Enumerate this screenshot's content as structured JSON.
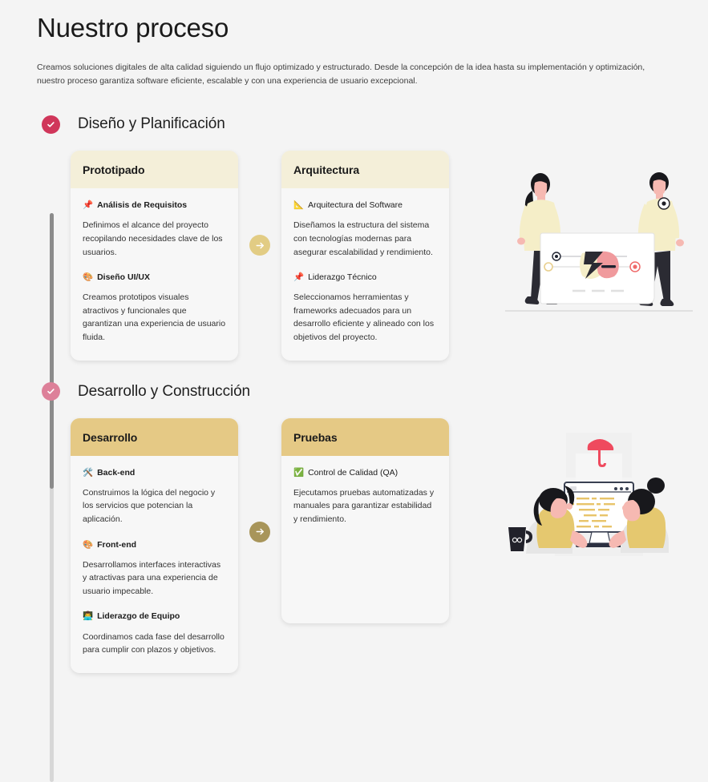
{
  "page": {
    "title": "Nuestro proceso",
    "intro": "Creamos soluciones digitales de alta calidad siguiendo un flujo optimizado y estructurado. Desde la concepción de la idea hasta su implementación y optimización, nuestro proceso garantiza software eficiente, escalable y con una experiencia de usuario excepcional."
  },
  "colors": {
    "background": "#f4f4f4",
    "marker_active": "#d0365a",
    "marker_muted": "#dd8099",
    "rail": "#d7d7d7",
    "rail_progress": "#8b8b8b",
    "card_header_cream": "#f4efd9",
    "card_header_gold": "#e5c985",
    "arrow_light": "#e2cc84",
    "arrow_dark": "#a8955a"
  },
  "stages": [
    {
      "title": "Diseño y Planificación",
      "marker_icon": "check-circle-icon",
      "marker_state": "active",
      "cards": [
        {
          "title": "Prototipado",
          "header_tone": "cream",
          "features": [
            {
              "emoji": "📌",
              "emoji_name": "pushpin-icon",
              "title": "Análisis de Requisitos",
              "bold": true,
              "text": "Definimos el alcance del proyecto recopilando necesidades clave de los usuarios."
            },
            {
              "emoji": "🎨",
              "emoji_name": "palette-icon",
              "title": "Diseño UI/UX",
              "bold": true,
              "text": "Creamos prototipos visuales atractivos y funcionales que garantizan una experiencia de usuario fluida."
            }
          ]
        },
        {
          "title": "Arquitectura",
          "header_tone": "cream",
          "features": [
            {
              "emoji": "📐",
              "emoji_name": "triangular-ruler-icon",
              "title": "Arquitectura del Software",
              "bold": false,
              "text": "Diseñamos la estructura del sistema con tecnologías modernas para asegurar escalabilidad y rendimiento."
            },
            {
              "emoji": "📌",
              "emoji_name": "pushpin-icon",
              "title": "Liderazgo Técnico",
              "bold": false,
              "text": "Seleccionamos herramientas y frameworks adecuados para un desarrollo eficiente y alineado con los objetivos del proyecto."
            }
          ]
        }
      ],
      "arrow": {
        "icon": "arrow-right-icon",
        "tone": "light"
      },
      "illustration": "two-people-whiteboard-flowchart"
    },
    {
      "title": "Desarrollo y Construcción",
      "marker_icon": "check-circle-icon",
      "marker_state": "muted",
      "cards": [
        {
          "title": "Desarrollo",
          "header_tone": "gold",
          "features": [
            {
              "emoji": "🛠️",
              "emoji_name": "tools-icon",
              "title": "Back-end",
              "bold": true,
              "text": "Construimos la lógica del negocio y los servicios que potencian la aplicación."
            },
            {
              "emoji": "🎨",
              "emoji_name": "palette-icon",
              "title": "Front-end",
              "bold": true,
              "text": "Desarrollamos interfaces interactivas y atractivas para una experiencia de usuario impecable."
            },
            {
              "emoji": "👨‍💻",
              "emoji_name": "team-lead-icon",
              "title": "Liderazgo de Equipo",
              "bold": true,
              "text": "Coordinamos cada fase del desarrollo para cumplir con plazos y objetivos."
            }
          ]
        },
        {
          "title": "Pruebas",
          "header_tone": "gold",
          "features": [
            {
              "emoji": "✅",
              "emoji_name": "check-mark-box-icon",
              "title": "Control de Calidad (QA)",
              "bold": false,
              "text": "Ejecutamos pruebas automatizadas y manuales para garantizar estabilidad y rendimiento."
            }
          ]
        }
      ],
      "arrow": {
        "icon": "arrow-right-icon",
        "tone": "dark"
      },
      "illustration": "two-people-coding-monitor"
    }
  ]
}
